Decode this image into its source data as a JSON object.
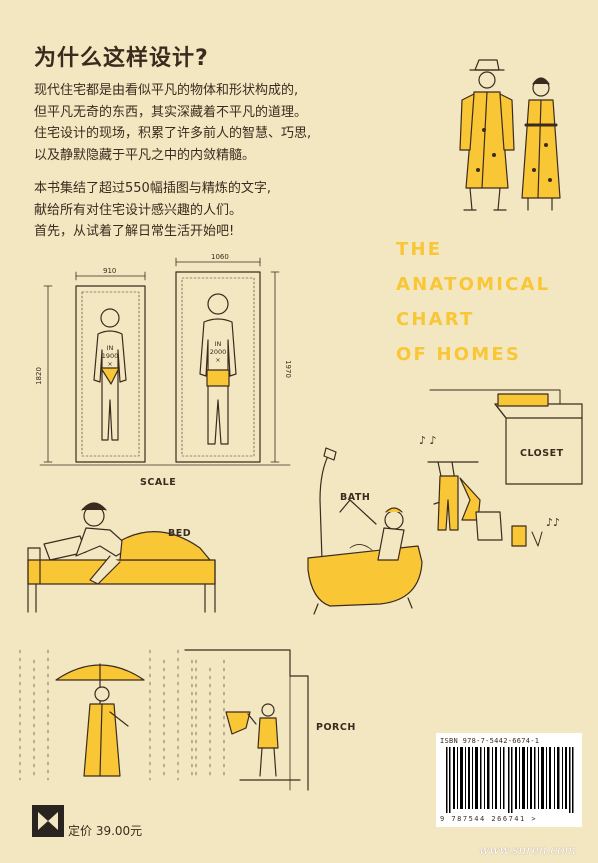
{
  "heading": "为什么这样设计?",
  "paragraph1": [
    "现代住宅都是由看似平凡的物体和形状构成的,",
    "但平凡无奇的东西，其实深藏着不平凡的道理。",
    "住宅设计的现场，积累了许多前人的智慧、巧思,",
    "以及静默隐藏于平凡之中的内敛精髓。"
  ],
  "paragraph2": [
    "本书集结了超过550幅插图与精炼的文字,",
    "献给所有对住宅设计感兴趣的人们。",
    "首先，从试着了解日常生活开始吧!"
  ],
  "english_title": [
    "THE",
    "ANATOMICAL",
    "CHART",
    "OF HOMES"
  ],
  "illustration_labels": {
    "scale": "SCALE",
    "bed": "BED",
    "bath": "BATH",
    "closet": "CLOSET",
    "porch": "PORCH"
  },
  "dimensions": {
    "width_left": "910",
    "width_right": "1060",
    "height_left": "1820",
    "height_right": "1970",
    "figure_left": [
      "IN",
      "1900",
      "×"
    ],
    "figure_right": [
      "IN",
      "2000",
      "×"
    ]
  },
  "isbn": {
    "top": "ISBN 978-7-5442-6674-1",
    "digits": "9 787544 266741 >"
  },
  "price": "定价  39.00元",
  "watermark": "www.snren.com",
  "colors": {
    "background": "#f3e7c2",
    "accent": "#f9c636",
    "ink": "#3b2b1e"
  }
}
